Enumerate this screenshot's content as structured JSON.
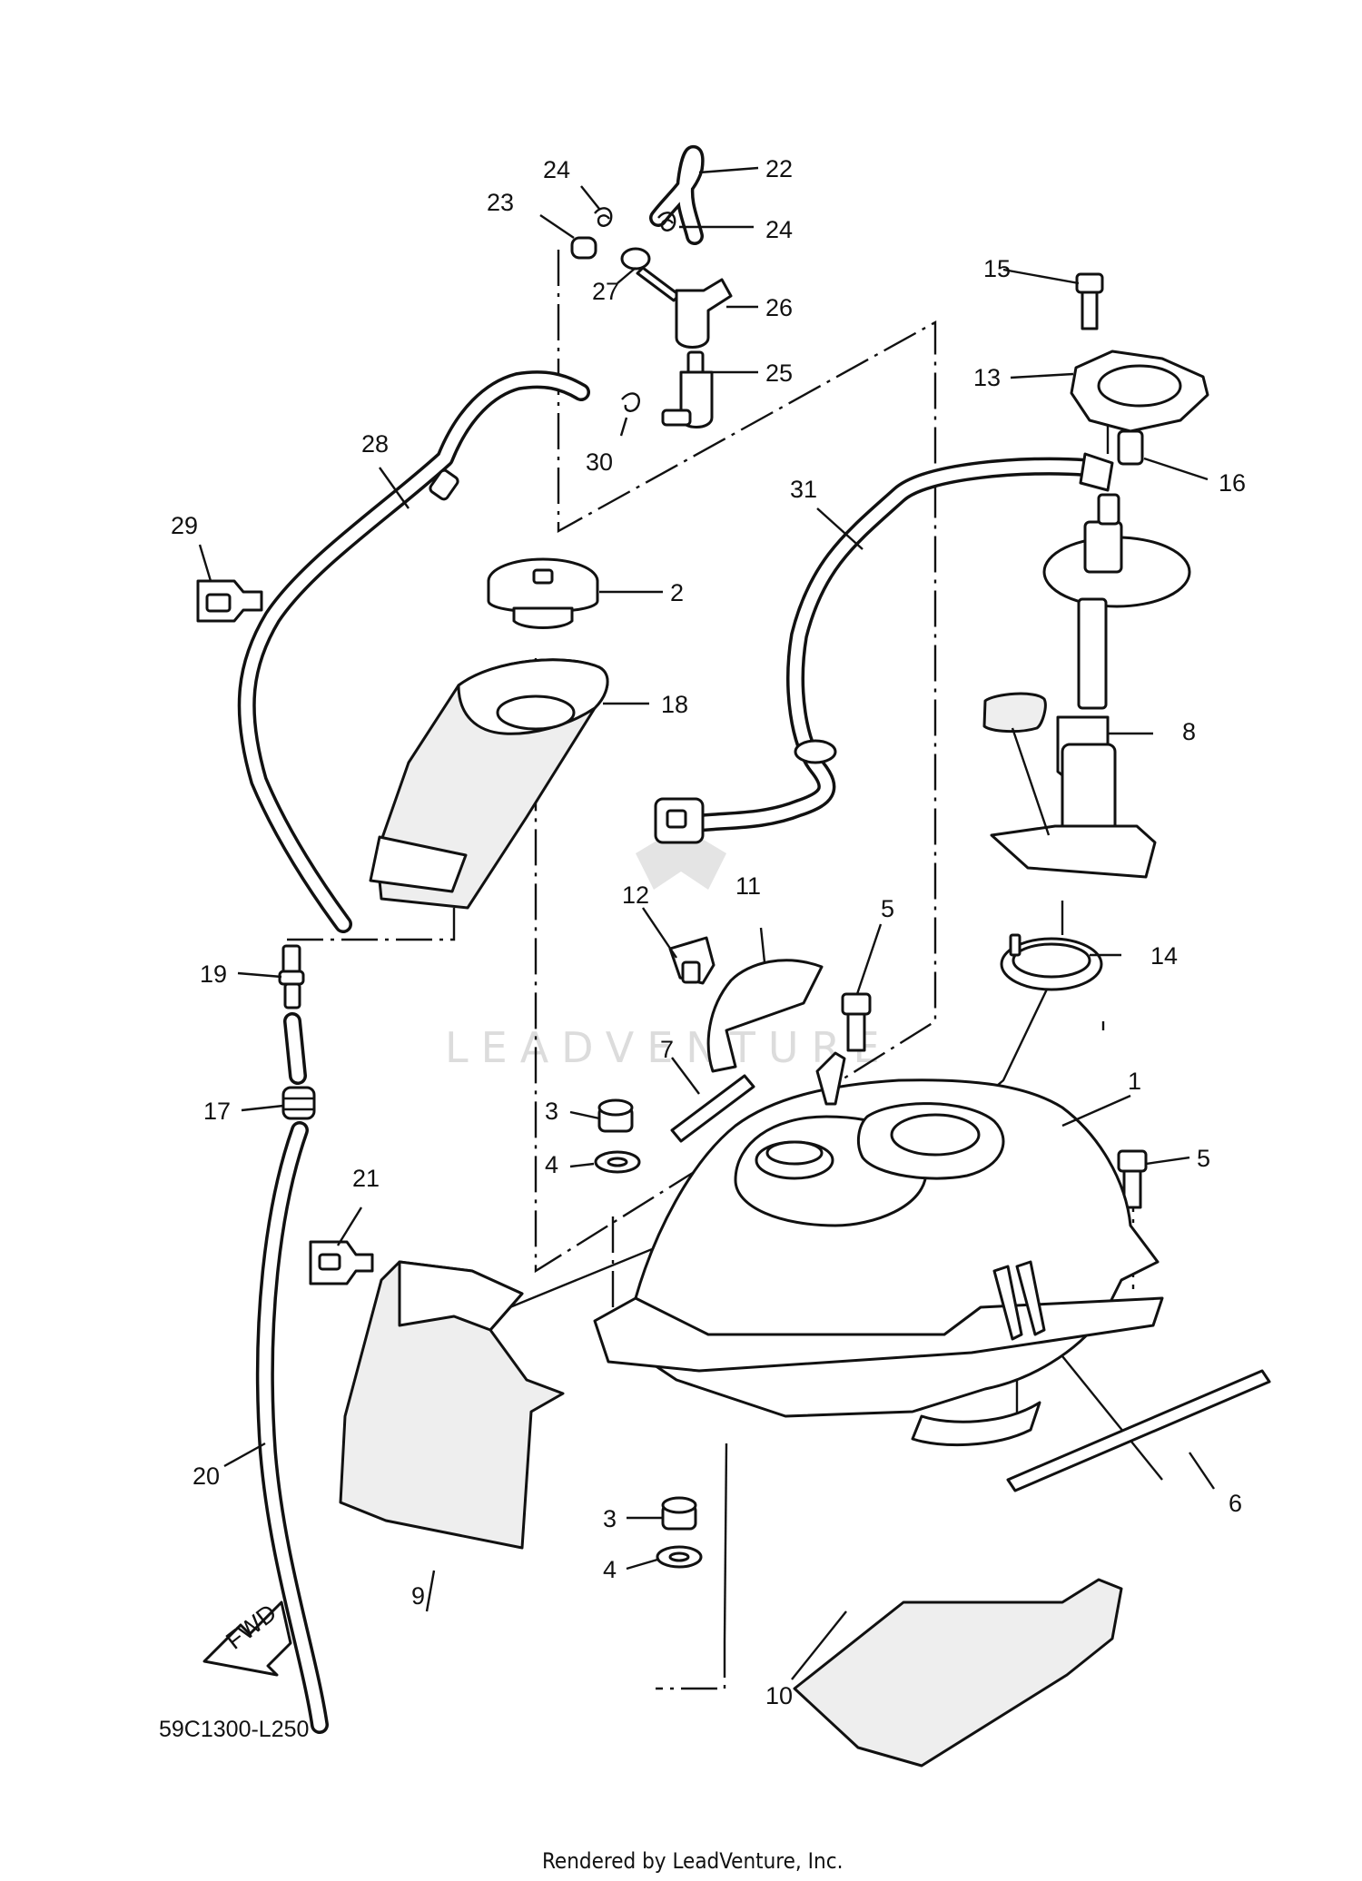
{
  "diagram_code": "59C1300-L250",
  "watermark": "LEADVENTURE",
  "credit": "Rendered by LeadVenture, Inc.",
  "fwd_label": "FWD",
  "callouts": [
    {
      "id": "c1",
      "text": "1"
    },
    {
      "id": "c2",
      "text": "2"
    },
    {
      "id": "c3a",
      "text": "3"
    },
    {
      "id": "c3b",
      "text": "3"
    },
    {
      "id": "c4a",
      "text": "4"
    },
    {
      "id": "c4b",
      "text": "4"
    },
    {
      "id": "c5a",
      "text": "5"
    },
    {
      "id": "c5b",
      "text": "5"
    },
    {
      "id": "c6",
      "text": "6"
    },
    {
      "id": "c7",
      "text": "7"
    },
    {
      "id": "c8",
      "text": "8"
    },
    {
      "id": "c9",
      "text": "9"
    },
    {
      "id": "c10",
      "text": "10"
    },
    {
      "id": "c11",
      "text": "11"
    },
    {
      "id": "c12",
      "text": "12"
    },
    {
      "id": "c13",
      "text": "13"
    },
    {
      "id": "c14",
      "text": "14"
    },
    {
      "id": "c15",
      "text": "15"
    },
    {
      "id": "c16",
      "text": "16"
    },
    {
      "id": "c17",
      "text": "17"
    },
    {
      "id": "c18",
      "text": "18"
    },
    {
      "id": "c19",
      "text": "19"
    },
    {
      "id": "c20",
      "text": "20"
    },
    {
      "id": "c21",
      "text": "21"
    },
    {
      "id": "c22",
      "text": "22"
    },
    {
      "id": "c23",
      "text": "23"
    },
    {
      "id": "c24a",
      "text": "24"
    },
    {
      "id": "c24b",
      "text": "24"
    },
    {
      "id": "c25",
      "text": "25"
    },
    {
      "id": "c26",
      "text": "26"
    },
    {
      "id": "c27",
      "text": "27"
    },
    {
      "id": "c28",
      "text": "28"
    },
    {
      "id": "c29",
      "text": "29"
    },
    {
      "id": "c30",
      "text": "30"
    },
    {
      "id": "c31",
      "text": "31"
    }
  ]
}
